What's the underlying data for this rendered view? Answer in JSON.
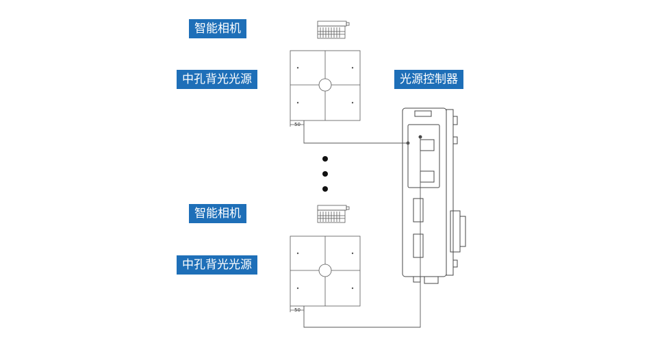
{
  "labels": {
    "camera_top": "智能相机",
    "backlight_top": "中孔背光光源",
    "controller": "光源控制器",
    "camera_bottom": "智能相机",
    "backlight_bottom": "中孔背光光源"
  },
  "dimensions": {
    "cable_top": "50",
    "cable_bottom": "50"
  },
  "colors": {
    "label_bg": "#1e6fb8",
    "label_text": "#ffffff",
    "line": "#555555"
  },
  "icons": [
    "camera-icon",
    "backlight-icon",
    "controller-icon",
    "ellipsis-dot-icon"
  ]
}
